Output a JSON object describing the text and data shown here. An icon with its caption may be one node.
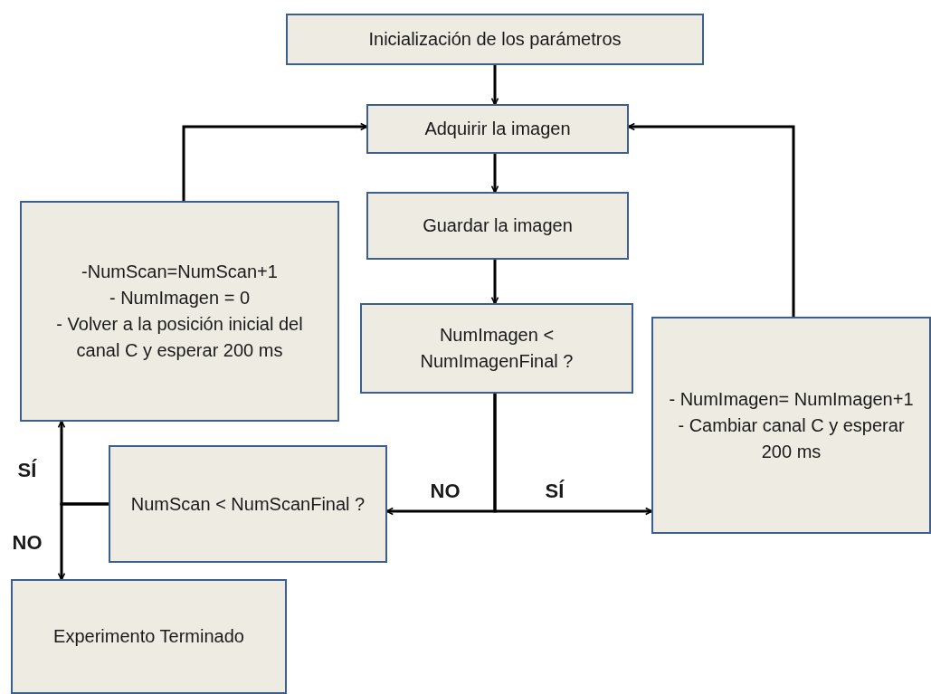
{
  "diagram": {
    "nodes": [
      {
        "text": [
          "Inicialización de los parámetros"
        ]
      },
      {
        "text": [
          "Adquirir la imagen"
        ]
      },
      {
        "text": [
          "Guardar la imagen"
        ]
      },
      {
        "text": [
          "NumImagen < NumImagenFinal ?"
        ]
      },
      {
        "text": [
          "-NumScan=NumScan+1",
          "- NumImagen = 0",
          "- Volver a la posición inicial del canal C y esperar 200 ms"
        ]
      },
      {
        "text": [
          "NumScan < NumScanFinal ?"
        ]
      },
      {
        "text": [
          "- NumImagen= NumImagen+1",
          "- Cambiar canal C y esperar 200 ms"
        ]
      },
      {
        "text": [
          "Experimento Terminado"
        ]
      }
    ],
    "edges": [
      {
        "from": 0,
        "to": 1,
        "arrow": "to"
      },
      {
        "from": 1,
        "to": 2,
        "arrow": "to"
      },
      {
        "from": 2,
        "to": 3,
        "arrow": "to"
      },
      {
        "from": 3,
        "to": 5,
        "arrow": "to",
        "label": "NO"
      },
      {
        "from": 3,
        "to": 6,
        "arrow": "to",
        "label": "SÍ"
      },
      {
        "from": 6,
        "to": 1,
        "arrow": "to"
      },
      {
        "from": 4,
        "to": 1,
        "arrow": "to"
      },
      {
        "from": 5,
        "to": 4,
        "arrow": "to",
        "label": "SÍ"
      },
      {
        "from": 5,
        "to": 7,
        "arrow": "to",
        "label": "NO"
      }
    ]
  }
}
